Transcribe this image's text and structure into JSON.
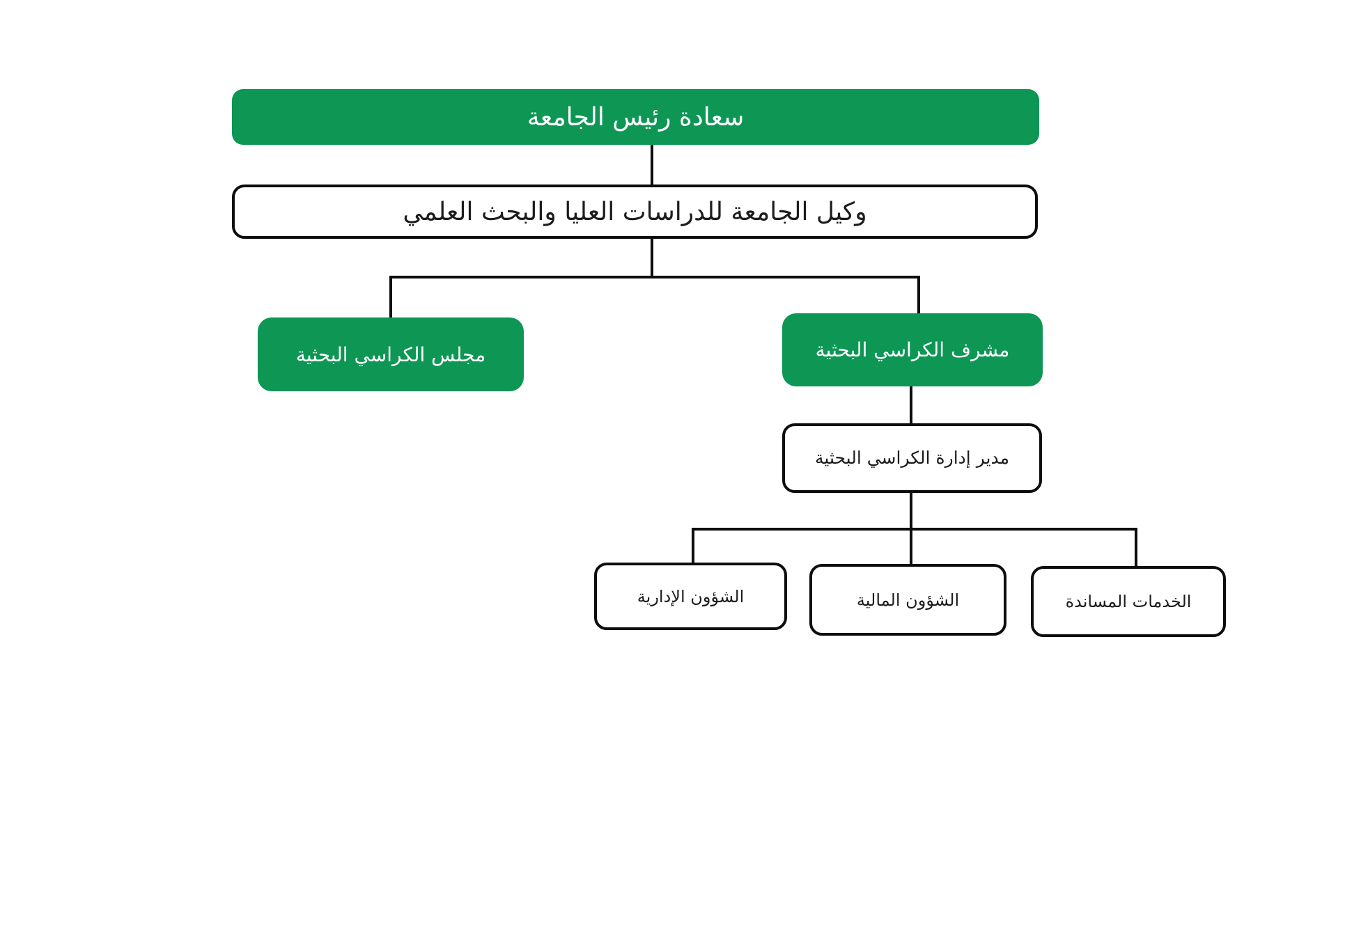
{
  "colors": {
    "green": "#0d9654",
    "line": "#0d0d0d",
    "box_border": "#0d0d0d",
    "text_on_green": "#ffffff",
    "text_on_white": "#1c1c1c",
    "background": "#ffffff"
  },
  "org_chart": {
    "type": "organizational-hierarchy",
    "nodes": {
      "president": {
        "label": "سعادة رئيس الجامعة",
        "variant": "green"
      },
      "vice_president": {
        "label": "وكيل الجامعة للدراسات العليا والبحث العلمي",
        "variant": "white"
      },
      "chairs_council": {
        "label": "مجلس الكراسي البحثية",
        "variant": "green"
      },
      "chairs_supervisor": {
        "label": "مشرف الكراسي البحثية",
        "variant": "green"
      },
      "chairs_admin_director": {
        "label": "مدير إدارة الكراسي البحثية",
        "variant": "white"
      },
      "administrative_affairs": {
        "label": "الشؤون الإدارية",
        "variant": "white"
      },
      "financial_affairs": {
        "label": "الشؤون المالية",
        "variant": "white"
      },
      "support_services": {
        "label": "الخدمات المساندة",
        "variant": "white"
      }
    },
    "edges": [
      {
        "from": "president",
        "to": "vice_president"
      },
      {
        "from": "vice_president",
        "to": "chairs_council"
      },
      {
        "from": "vice_president",
        "to": "chairs_supervisor"
      },
      {
        "from": "chairs_supervisor",
        "to": "chairs_admin_director"
      },
      {
        "from": "chairs_admin_director",
        "to": "administrative_affairs"
      },
      {
        "from": "chairs_admin_director",
        "to": "financial_affairs"
      },
      {
        "from": "chairs_admin_director",
        "to": "support_services"
      }
    ]
  }
}
